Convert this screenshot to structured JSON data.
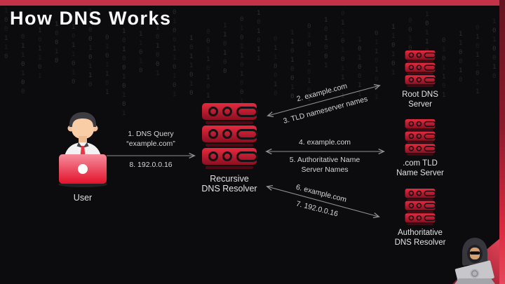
{
  "title": "How DNS Works",
  "colors": {
    "background": "#0c0c0e",
    "accent_red": "#c23248",
    "server_red_top": "#e62a3f",
    "server_red_bottom": "#8a0f21",
    "arrow_gray": "#8f8f8f",
    "label_text": "#d9d9d9",
    "binary_text": "#313134"
  },
  "icons": {
    "user": "person-at-laptop",
    "resolver": "server-stack",
    "root": "server-stack",
    "tld": "server-stack",
    "authoritative": "server-stack",
    "hacker": "hooded-hacker-at-laptop"
  },
  "nodes": {
    "user": {
      "label": "User"
    },
    "resolver": {
      "label_line1": "Recursive",
      "label_line2": "DNS Resolver"
    },
    "root": {
      "label_line1": "Root DNS",
      "label_line2": "Server"
    },
    "tld": {
      "label_line1": ".com TLD",
      "label_line2": "Name Server"
    },
    "authoritative": {
      "label_line1": "Authoritative",
      "label_line2": "DNS Resolver"
    }
  },
  "flows": {
    "user_resolver": {
      "above_line1": "1. DNS Query",
      "above_line2": "“example.com”",
      "below": "8. 192.0.0.16"
    },
    "resolver_root": {
      "above": "2. example.com",
      "below": "3. TLD nameserver names"
    },
    "resolver_tld": {
      "above": "4. example.com",
      "below_line1": "5. Authoritative Name",
      "below_line2": "Server Names"
    },
    "resolver_auth": {
      "above": "6. example.com",
      "below": "7. 192.0.0.16"
    }
  },
  "background_binary": {
    "columns": [
      "100110",
      "0110100",
      "101101",
      "10010",
      "01011010",
      "110010110",
      "0101101",
      "1010010101",
      "011010",
      "1101001",
      "0100110101",
      "1011010",
      "00110101",
      "110100",
      "0101101001",
      "101011",
      "0110010",
      "11010010",
      "010110101",
      "101001",
      "0110101101",
      "1010011",
      "01101001",
      "110101",
      "0010110",
      "10110100",
      "0101101",
      "110010",
      "01011011",
      "1010010"
    ]
  }
}
